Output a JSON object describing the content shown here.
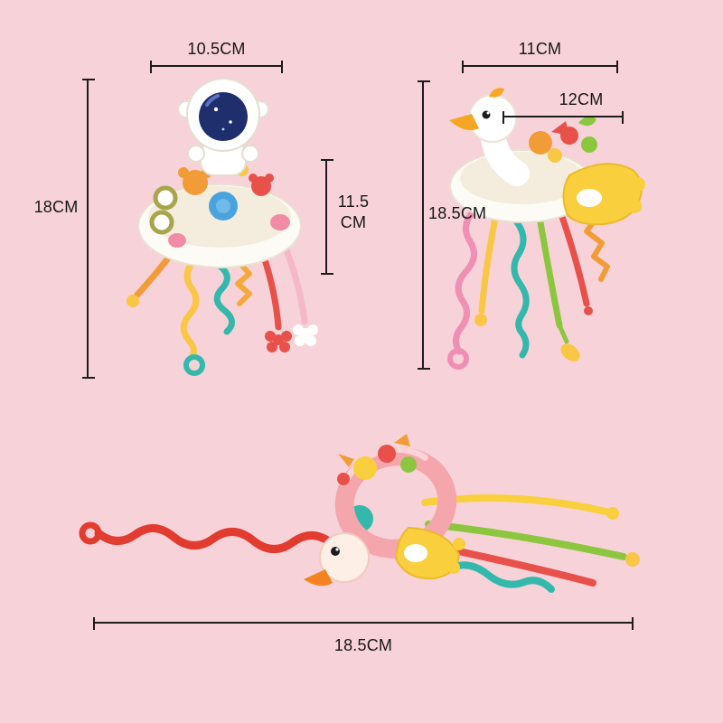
{
  "palette": {
    "background": "#f7d3d9",
    "dimension_line": "#1c1c1c",
    "toy_white": "#fdfbf5",
    "visor_navy": "#1f2f6d",
    "orange": "#f29c38",
    "red": "#e8504a",
    "teal": "#35b8ac",
    "yellow": "#f9c646",
    "green": "#8cc63e",
    "ring_pink": "#f4a6ac",
    "string_pink": "#ef8fb4",
    "wing_yellow": "#f9cf3e"
  },
  "toys": {
    "astronaut": {
      "dimensions": {
        "top_width": "10.5CM",
        "left_height": "18CM",
        "right_height": "11.5 CM"
      }
    },
    "swan": {
      "dimensions": {
        "top_width": "11CM",
        "inner_width": "12CM",
        "left_height": "18.5CM"
      }
    },
    "swan_side": {
      "dimensions": {
        "bottom_length": "18.5CM"
      }
    }
  }
}
